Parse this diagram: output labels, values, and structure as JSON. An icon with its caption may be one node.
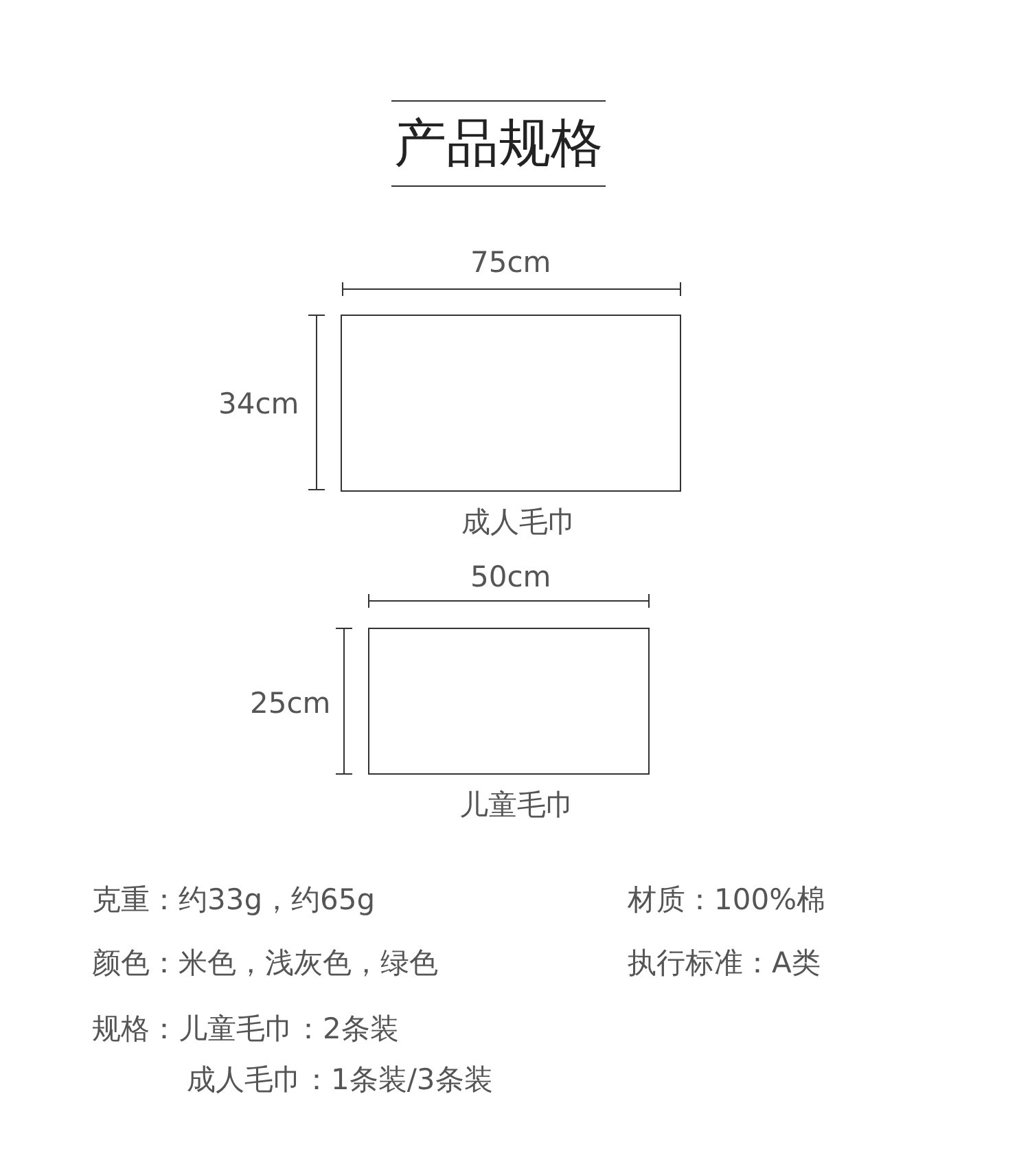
{
  "diagram": {
    "title": "产品规格",
    "nodes": [
      {
        "text": [],
        "shape": "box",
        "beside": [
          "成人毛巾"
        ]
      },
      {
        "text": [],
        "shape": "box",
        "beside": [
          "儿童毛巾"
        ]
      }
    ],
    "edges": [],
    "labels": [
      "75cm",
      "34cm",
      "50cm",
      "25cm",
      "克重：约33g，约65g",
      "材质：100%棉",
      "颜色：米色，浅灰色，绿色",
      "执行标准：A类",
      "规格：儿童毛巾：2条装",
      "成人毛巾：1条装/3条装"
    ]
  }
}
